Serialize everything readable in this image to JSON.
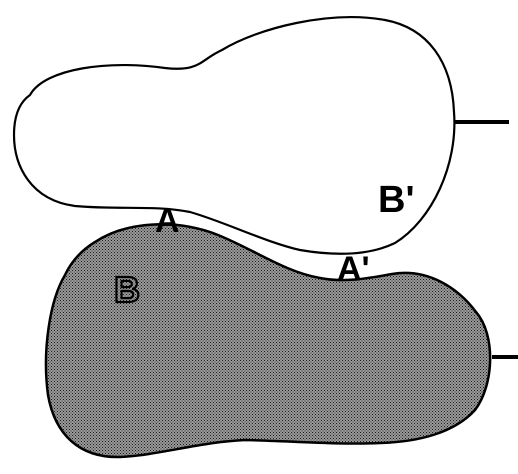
{
  "colors": {
    "background": "#ffffff",
    "ink": "#000000",
    "shade_fill": "#8f8f8f"
  },
  "labels": {
    "a": "A",
    "a_prime": "A'",
    "b": "B",
    "b_prime": "B'"
  }
}
